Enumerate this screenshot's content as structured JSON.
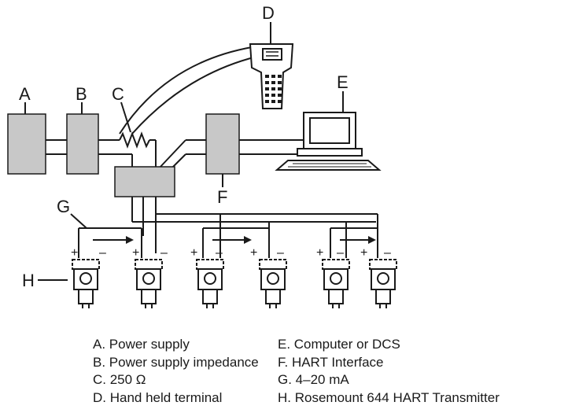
{
  "callouts": {
    "a": "A",
    "b": "B",
    "c": "C",
    "d": "D",
    "e": "E",
    "f": "F",
    "g": "G",
    "h": "H"
  },
  "polarity": {
    "plus": "+",
    "minus": "–"
  },
  "legend": {
    "left": [
      "A. Power supply",
      "B. Power supply impedance",
      "C. 250 Ω",
      "D. Hand held terminal"
    ],
    "right": [
      "E. Computer or DCS",
      "F. HART Interface",
      "G. 4–20 mA",
      "H. Rosemount 644 HART Transmitter"
    ]
  },
  "colors": {
    "box_fill": "#c8c8c8",
    "line": "#1a1a1a",
    "background": "#ffffff"
  }
}
